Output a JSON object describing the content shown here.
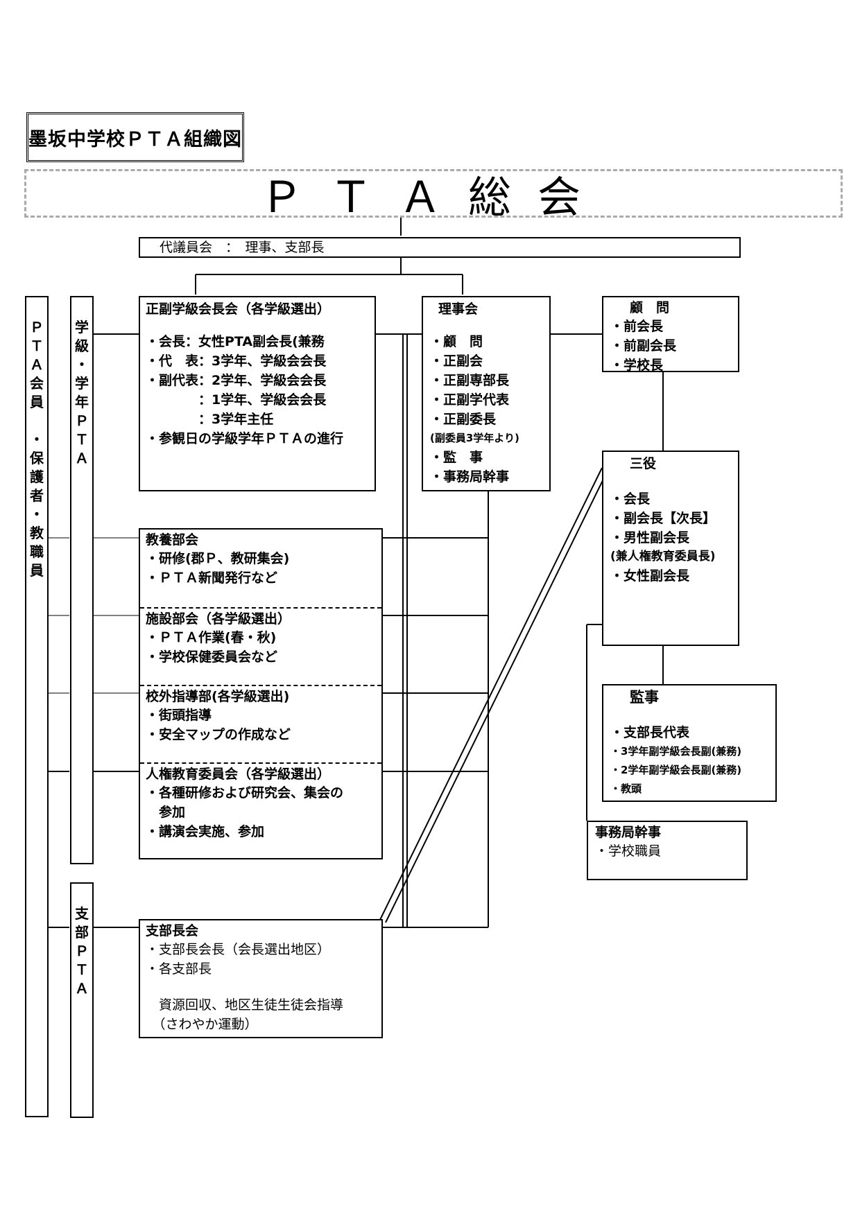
{
  "title": "墨坂中学校ＰＴＡ組織図",
  "assembly": "ＰＴＡ総会",
  "delegates": "代議員会　：　理事、支部長",
  "members_col": [
    "Ｐ",
    "Ｔ",
    "Ａ",
    "会",
    "員",
    "",
    "・",
    "保",
    "護",
    "者",
    "・",
    "教",
    "職",
    "員"
  ],
  "grade_col": [
    "学",
    "級",
    "・",
    "学",
    "年",
    "Ｐ",
    "Ｔ",
    "Ａ"
  ],
  "branch_col": [
    "支",
    "部",
    "Ｐ",
    "Ｔ",
    "Ａ"
  ],
  "class_council": {
    "heading": "正副学級会長会（各学級選出）",
    "lines": [
      "・会長：女性PTA副会長(兼務",
      "・代　表：3学年、学級会会長",
      "・副代表：2学年、学級会会長",
      "　　　　：1学年、学級会会長",
      "　　　　：3学年主任",
      "・参観日の学級学年ＰＴＡの進行"
    ]
  },
  "board": {
    "heading": "理事会",
    "lines": [
      "・顧　問",
      "・正副会",
      "・正副専部長",
      "・正副学代表",
      "・正副委長",
      "(副委員3学年より)",
      "・監　事",
      "・事務局幹事"
    ]
  },
  "advisors": {
    "heading": "顧　問",
    "lines": [
      "・前会長",
      "・前副会長",
      "・学校長"
    ]
  },
  "officers": {
    "heading": "三役",
    "lines": [
      "・会長",
      "・副会長【次長】",
      "・男性副会長",
      "(兼人権教育委員長)",
      "・女性副会長"
    ]
  },
  "auditors": {
    "heading": "監事",
    "lines": [
      "・支部長代表",
      "・3学年副学級会長副(兼務)",
      "・2学年副学級会長副(兼務)",
      "・教頭"
    ]
  },
  "secretariat": {
    "heading": "事務局幹事",
    "lines": [
      "・学校職員"
    ]
  },
  "committees": [
    {
      "heading": "教養部会",
      "lines": [
        "・研修(郡Ｐ、教研集会)",
        "・ＰＴＡ新聞発行など"
      ]
    },
    {
      "heading": "施設部会（各学級選出）",
      "lines": [
        "・ＰＴＡ作業(春・秋)",
        "・学校保健委員会など"
      ]
    },
    {
      "heading": "校外指導部(各学級選出)",
      "lines": [
        "・街頭指導",
        "・安全マップの作成など"
      ]
    },
    {
      "heading": "人権教育委員会（各学級選出）",
      "lines": [
        "・各種研修および研究会、集会の",
        "　参加",
        "・講演会実施、参加"
      ]
    }
  ],
  "branch_council": {
    "heading": "支部長会",
    "lines": [
      "・支部長会長（会長選出地区）",
      "・各支部長",
      "",
      "　資源回収、地区生徒生徒会指導",
      "　（さわやか運動）"
    ]
  }
}
